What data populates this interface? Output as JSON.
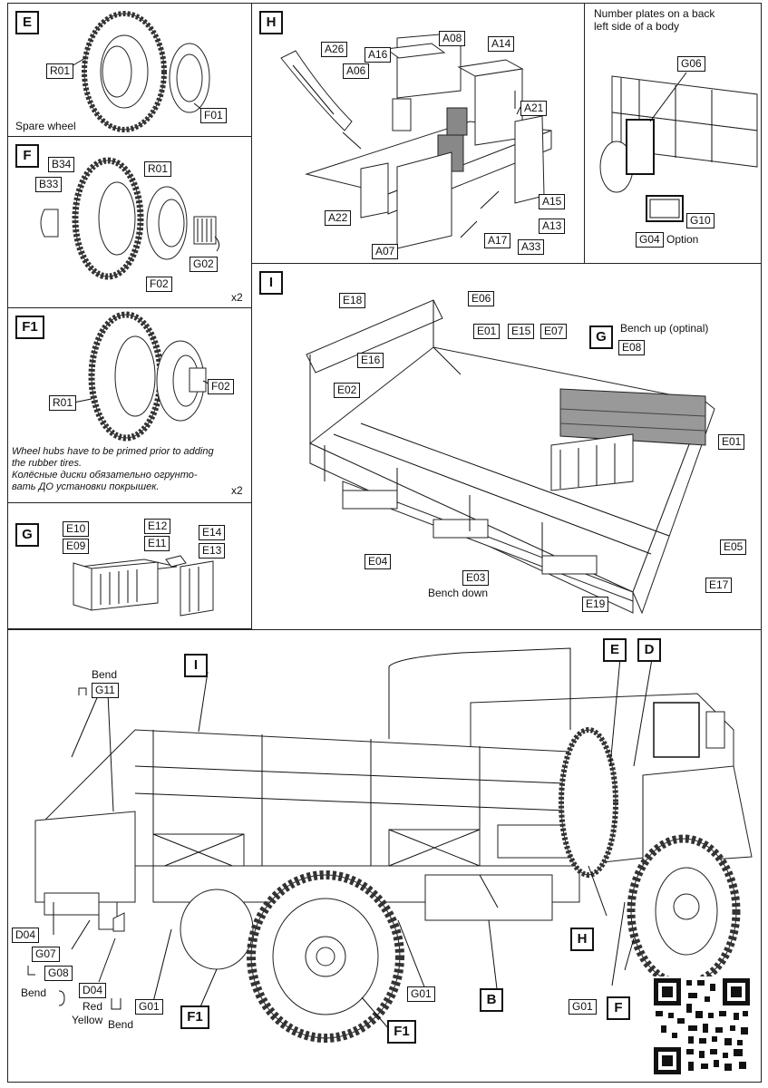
{
  "panels": {
    "E": {
      "step": "E",
      "labels": [
        "R01",
        "F01"
      ],
      "caption": "Spare wheel"
    },
    "F": {
      "step": "F",
      "labels": [
        "B34",
        "R01",
        "B33",
        "G02",
        "F02"
      ],
      "multiplier": "x2"
    },
    "F1": {
      "step": "F1",
      "labels": [
        "R01",
        "F02"
      ],
      "note_en": "Wheel hubs have to be primed prior to adding the rubber tires.",
      "note_ru": "Колёсные диски обязательно огрунто-вать ДО установки покрышек.",
      "multiplier": "x2"
    },
    "G": {
      "step": "G",
      "labels": [
        "E10",
        "E12",
        "E14",
        "E09",
        "E11",
        "E13"
      ]
    },
    "H": {
      "step": "H",
      "labels": [
        "A08",
        "A14",
        "A26",
        "A16",
        "A06",
        "A21",
        "A15",
        "A22",
        "A13",
        "A17",
        "A33",
        "A07"
      ]
    },
    "plates": {
      "title": "Number plates on a back left side of a body",
      "labels": [
        "G06",
        "G10",
        "G04"
      ],
      "option": "Option"
    },
    "I": {
      "step": "I",
      "labels": [
        "E18",
        "E06",
        "E01",
        "E15",
        "E07",
        "E08",
        "E16",
        "E02",
        "E01b",
        "E05",
        "E04",
        "E03",
        "E17",
        "E19"
      ],
      "label_text": {
        "E01b": "E01"
      },
      "sub_step": "G",
      "bench_up": "Bench up (optinal)",
      "bench_down": "Bench down"
    },
    "main": {
      "steps": [
        "I",
        "E",
        "D",
        "H",
        "B",
        "F",
        "F1"
      ],
      "labels": [
        "G11",
        "D04",
        "G07",
        "G08",
        "D04b",
        "G01",
        "G01b",
        "G01c"
      ],
      "label_text": {
        "D04b": "D04",
        "G01b": "G01",
        "G01c": "G01"
      },
      "bend_top": "Bend",
      "bend_left": "Bend",
      "red": "Red",
      "yellow": "Yellow",
      "bend_right": "Bend"
    }
  }
}
